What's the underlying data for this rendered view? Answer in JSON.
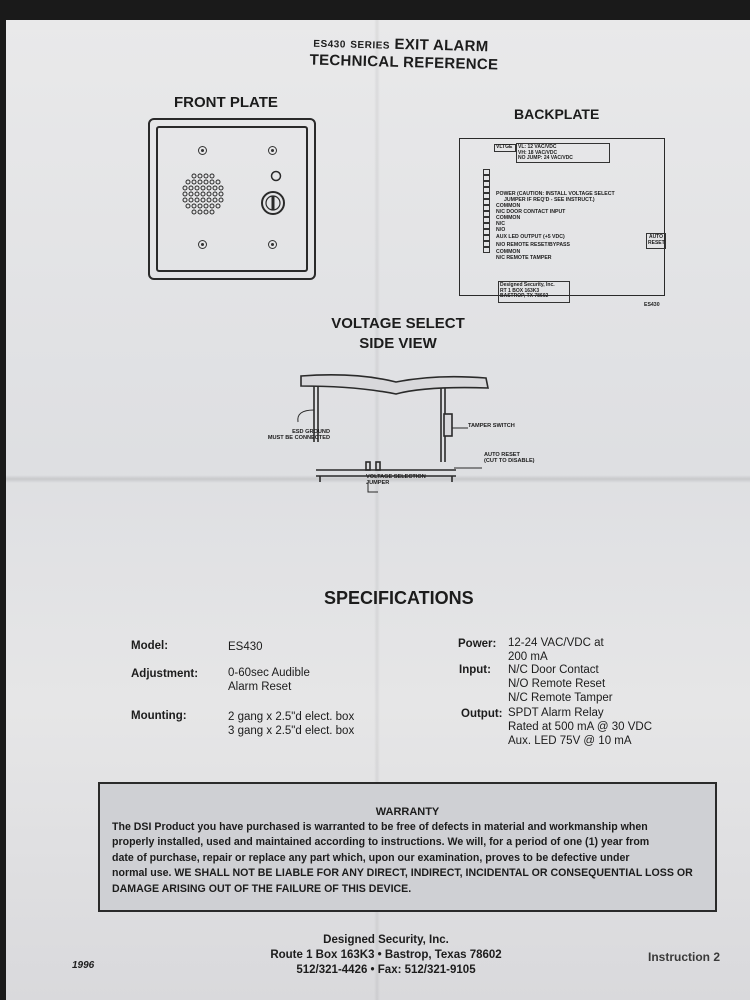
{
  "header": {
    "model_prefix": "ES430",
    "series_label": "SERIES",
    "line1": "EXIT ALARM",
    "line2": "TECHNICAL REFERENCE"
  },
  "front_plate": {
    "label": "FRONT PLATE"
  },
  "backplate": {
    "label": "BACKPLATE",
    "voltage_box_label": "VLTGE",
    "voltage_lines": [
      "VL: 12 VAC/VDC",
      "VH: 18 VAC/VDC",
      "NO JUMP: 24 VAC/VDC"
    ],
    "terminals": [
      "POWER (CAUTION: INSTALL VOLTAGE SELECT",
      "JUMPER IF REQ'D - SEE INSTRUCT.)",
      "COMMON",
      "N/C DOOR CONTACT INPUT",
      "COMMON",
      "N/C",
      "N/O",
      "AUX LED OUTPUT (+5 VDC)",
      "N/O REMOTE RESET/BYPASS",
      "COMMON",
      "N/C REMOTE TAMPER"
    ],
    "auto_reset": [
      "AUTO",
      "RESET"
    ],
    "maker_lines": [
      "Designed Security, Inc.",
      "RT 1 BOX 163K3",
      "BASTROP, TX 78602"
    ],
    "model_tag": "ES430"
  },
  "voltage_select": {
    "title_line1": "VOLTAGE SELECT",
    "title_line2": "SIDE VIEW",
    "tamper_switch": "TAMPER SWITCH",
    "esd_line1": "ESD GROUND",
    "esd_line2": "MUST BE CONNECTED",
    "auto_reset_line1": "AUTO RESET",
    "auto_reset_line2": "(CUT TO DISABLE)",
    "jumper_line1": "VOLTAGE SELECTION",
    "jumper_line2": "JUMPER"
  },
  "specifications": {
    "title": "SPECIFICATIONS",
    "model_label": "Model:",
    "model_value": "ES430",
    "adjustment_label": "Adjustment:",
    "adjustment_values": [
      "0-60sec Audible",
      "Alarm Reset"
    ],
    "mounting_label": "Mounting:",
    "mounting_values": [
      "2 gang x 2.5\"d elect. box",
      "3 gang x 2.5\"d elect. box"
    ],
    "power_label": "Power:",
    "power_values": [
      "12-24 VAC/VDC at",
      "200 mA"
    ],
    "input_label": "Input:",
    "input_values": [
      "N/C Door Contact",
      "N/O Remote Reset",
      "N/C Remote Tamper"
    ],
    "output_label": "Output:",
    "output_values": [
      "SPDT Alarm Relay",
      "Rated at 500 mA @ 30 VDC",
      "Aux. LED 75V @ 10 mA"
    ]
  },
  "warranty": {
    "title": "WARRANTY",
    "lines": [
      "The DSI Product you have purchased is warranted to be free of defects in material and workmanship when",
      "properly installed, used and maintained according to instructions. We will, for a period of one (1) year from",
      "date of purchase, repair or replace any part which, upon our examination, proves to be defective under",
      "normal use. WE SHALL NOT BE LIABLE FOR ANY DIRECT, INDIRECT, INCIDENTAL OR CONSEQUENTIAL LOSS OR",
      "DAMAGE ARISING OUT OF THE FAILURE OF THIS DEVICE."
    ]
  },
  "footer": {
    "company": "Designed Security, Inc.",
    "address": "Route 1 Box 163K3 • Bastrop, Texas 78602",
    "phone": "512/321-4426 • Fax: 512/321-9105",
    "year": "1996",
    "instruction": "Instruction 2"
  }
}
